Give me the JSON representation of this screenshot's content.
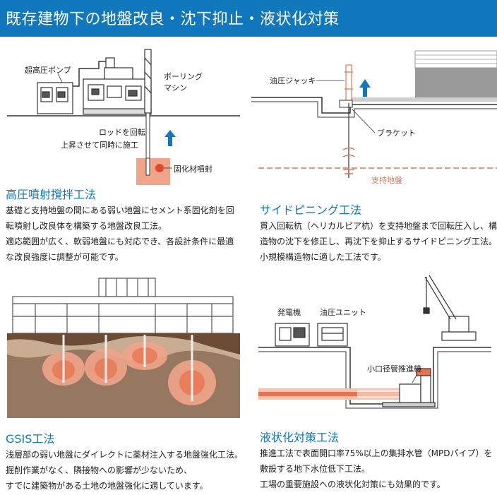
{
  "header": {
    "title": "既存建物下の地盤改良・沈下抑止・液状化対策"
  },
  "sections": [
    {
      "title": "高圧噴射撹拌工法",
      "body": [
        "基礎と支持地盤の間にある弱い地盤にセメント系固化剤を回",
        "転噴射し改良体を構築する地盤改良工法。",
        "適応範囲が広く、軟弱地盤にも対応でき、各設計条件に最適",
        "な改良強度に調整が可能です。"
      ],
      "labels": {
        "pump": "超高圧ポンプ",
        "boring_line1": "ボーリング",
        "boring_line2": "マシン",
        "rod_line1": "ロッドを回転",
        "rod_line2": "上昇させて同時に施工",
        "injection": "固化材噴射"
      }
    },
    {
      "title": "サイドピニング工法",
      "body": [
        "貫入回転杭（ヘリカルピア杭）を支持地盤まで回転圧入し、構",
        "造物の沈下を修正し、再沈下を抑止するサイドピニング工法。",
        "小規模構造物に適した工法です。"
      ],
      "labels": {
        "jack": "油圧ジャッキ",
        "bracket": "ブラケット",
        "bearing": "支持地盤"
      }
    },
    {
      "title": "GSIS工法",
      "body": [
        "浅層部の弱い地盤にダイレクトに薬材注入する地盤強化工法。",
        "掘削作業がなく、隣接物への影響が少ないため、",
        "すでに建築物がある土地の地盤強化に適しています。"
      ]
    },
    {
      "title": "液状化対策工法",
      "body": [
        "推進工法で表面開口率75%以上の集排水管（MPDパイプ）を",
        "敷設する地下水位低下工法。",
        "工場の重要施設への液状化対策にも効果的です。"
      ],
      "labels": {
        "generator": "発電機",
        "hydraulic": "油圧ユニット",
        "pipe_pusher": "小口径管推進機"
      }
    }
  ],
  "colors": {
    "brand_blue": "#1278be",
    "accent_orange": "#e8734f",
    "soil_brown": "#6b4a36"
  }
}
